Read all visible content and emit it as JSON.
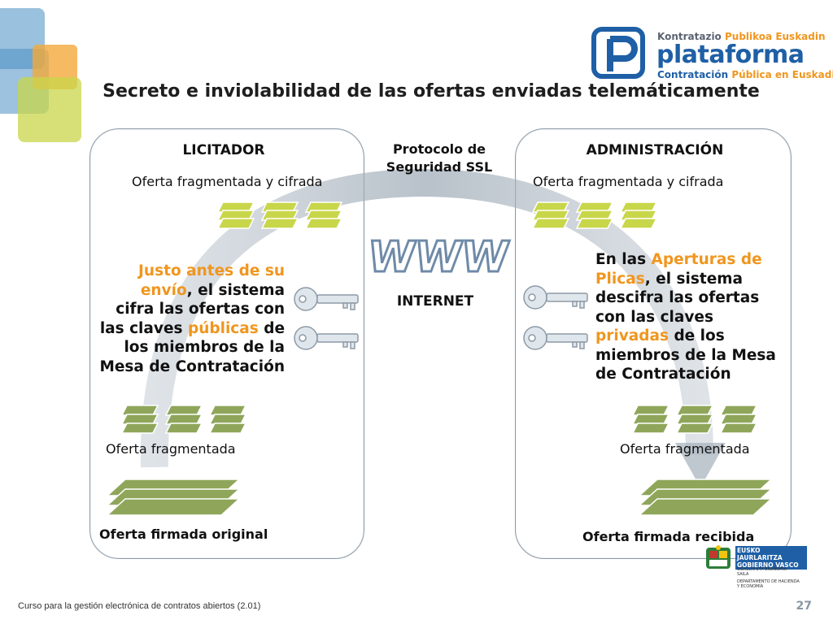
{
  "slide": {
    "title": "Secreto e inviolabilidad de las ofertas enviadas telemáticamente",
    "footer": "Curso para la gestión electrónica de contratos abiertos (2.01)",
    "page_number": "27"
  },
  "logo": {
    "line1a": "Kontratazio ",
    "line1b": "Publikoa Euskadin",
    "main": "plataforma",
    "line3a": "Contratación ",
    "line3b": "Pública en Euskadi"
  },
  "gov_logo": {
    "line1": "EUSKO JAURLARITZA",
    "line2": "GOBIERNO VASCO",
    "sub1": "OGASUN ETA EKONOMIA",
    "sub1b": "SAILA",
    "sub2": "DEPARTAMENTO DE HACIENDA",
    "sub2b": "Y ECONOMÍA"
  },
  "left_panel": {
    "header": "LICITADOR",
    "encrypted_label": "Oferta fragmentada y cifrada",
    "text": {
      "l1": "Justo antes de su",
      "l2a": "envío",
      "l2b": ", el sistema",
      "l3": "cifra las ofertas con",
      "l4a": "las claves ",
      "l4b": "públicas",
      "l4c": " de",
      "l5": "los miembros de la",
      "l6": "Mesa de Contratación"
    },
    "fragmented_label": "Oferta fragmentada",
    "original_label": "Oferta firmada original"
  },
  "center": {
    "protocol_l1": "Protocolo de",
    "protocol_l2": "Seguridad SSL",
    "www": "WWW",
    "internet": "INTERNET"
  },
  "right_panel": {
    "header": "ADMINISTRACIÓN",
    "encrypted_label": "Oferta fragmentada y cifrada",
    "text": {
      "l1a": "En las ",
      "l1b": "Aperturas de",
      "l2a": "Plicas",
      "l2b": ", el sistema",
      "l3": "descifra las ofertas",
      "l4": "con las claves",
      "l5a": "privadas",
      "l5b": " de los",
      "l6": "miembros de la Mesa",
      "l7": "de Contratación"
    },
    "fragmented_label": "Oferta fragmentada",
    "received_label": "Oferta firmada recibida"
  },
  "colors": {
    "accent_orange": "#f0961e",
    "encrypted_green": "#c8d64a",
    "fragment_green": "#8fa65a",
    "panel_border": "#8d9aa6",
    "logo_blue": "#1f5fa6"
  }
}
